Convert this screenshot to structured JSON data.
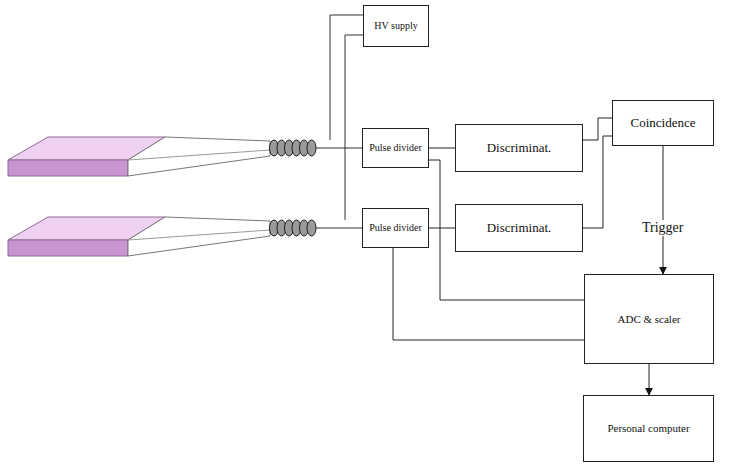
{
  "diagram": {
    "nodes": [
      {
        "text": [
          "HV supply"
        ]
      },
      {
        "text": [
          "Pulse divider"
        ]
      },
      {
        "text": [
          "Discriminat."
        ]
      },
      {
        "text": [
          "Coincidence"
        ]
      },
      {
        "text": [
          "Pulse divider"
        ]
      },
      {
        "text": [
          "Discriminat."
        ]
      },
      {
        "text": [
          "ADC & scaler"
        ]
      },
      {
        "text": [
          "Personal computer"
        ]
      }
    ],
    "edges": [
      {
        "from": 1,
        "to": 2,
        "arrow": "none"
      },
      {
        "from": 2,
        "to": 3,
        "arrow": "none"
      },
      {
        "from": 4,
        "to": 5,
        "arrow": "none"
      },
      {
        "from": 5,
        "to": 3,
        "arrow": "none"
      },
      {
        "from": 3,
        "to": 6,
        "label": "Trigger",
        "arrow": "to"
      },
      {
        "from": 1,
        "to": 6,
        "arrow": "none"
      },
      {
        "from": 4,
        "to": 6,
        "arrow": "none"
      },
      {
        "from": 6,
        "to": 7,
        "arrow": "to"
      }
    ]
  }
}
